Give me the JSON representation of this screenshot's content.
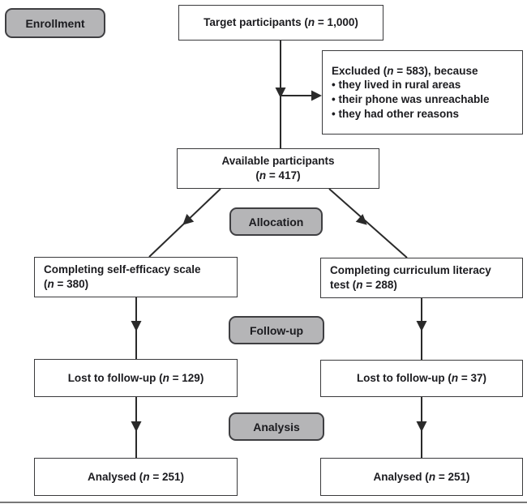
{
  "diagram": {
    "stages": {
      "enrollment": "Enrollment",
      "allocation": "Allocation",
      "followup": "Follow-up",
      "analysis": "Analysis"
    },
    "boxes": {
      "target": {
        "pre": "Target participants (",
        "n": "n",
        "post": " = 1,000)"
      },
      "excluded": {
        "line1_pre": "Excluded (",
        "n": "n",
        "line1_post": " = 583), because",
        "bullets": [
          "• they lived in rural areas",
          "• their phone was unreachable",
          "• they had other reasons"
        ]
      },
      "available": {
        "line1": "Available participants",
        "pre": "(",
        "n": "n",
        "post": " = 417)"
      },
      "left_branch": {
        "line1": "Completing self-efficacy scale",
        "pre": "(",
        "n": "n",
        "post": " = 380)"
      },
      "right_branch": {
        "line1": "Completing curriculum literacy",
        "pre": "test (",
        "n": "n",
        "post": " = 288)"
      },
      "lost_left": {
        "pre": "Lost to follow-up (",
        "n": "n",
        "post": " = 129)"
      },
      "lost_right": {
        "pre": "Lost to follow-up (",
        "n": "n",
        "post": " = 37)"
      },
      "analysed_left": {
        "pre": "Analysed (",
        "n": "n",
        "post": " = 251)"
      },
      "analysed_right": {
        "pre": "Analysed (",
        "n": "n",
        "post": " = 251)"
      }
    },
    "colors": {
      "badge_fill": "#b5b5b7",
      "badge_border": "#3f3f42",
      "box_border": "#3a3a3c",
      "line": "#2a2a2a",
      "text": "#1b1b1f"
    }
  }
}
